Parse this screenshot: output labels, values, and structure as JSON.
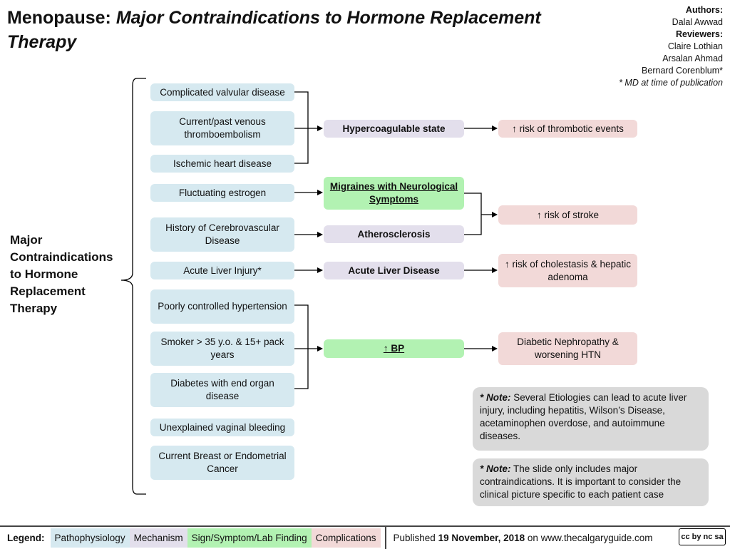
{
  "header": {
    "title_prefix": "Menopause:",
    "title_italic": "Major Contraindications to Hormone Replacement Therapy",
    "authors_label": "Authors:",
    "author_1": "Dalal Awwad",
    "reviewers_label": "Reviewers:",
    "reviewer_1": "Claire Lothian",
    "reviewer_2": "Arsalan Ahmad",
    "reviewer_3": "Bernard Corenblum*",
    "md_note": "* MD at time of publication"
  },
  "major_label": "Major Contraindications to Hormone Replacement Therapy",
  "pathophysiology": [
    "Complicated valvular disease",
    "Current/past venous thromboembolism",
    "Ischemic heart disease",
    "Fluctuating estrogen",
    "History of Cerebrovascular Disease",
    "Acute Liver Injury*",
    "Poorly controlled hypertension",
    "Smoker > 35 y.o. & 15+ pack years",
    "Diabetes with end organ disease",
    "Unexplained vaginal bleeding",
    "Current Breast or Endometrial Cancer"
  ],
  "mechanism": {
    "hypercoagulable": "Hypercoagulable state",
    "atherosclerosis": "Atherosclerosis",
    "acute_liver": "Acute Liver Disease"
  },
  "signs": {
    "migraines": "Migraines with Neurological Symptoms",
    "bp": "↑ BP"
  },
  "complications": {
    "thrombotic": "↑ risk of thrombotic events",
    "stroke": "↑ risk of stroke",
    "cholestasis": "↑ risk of cholestasis & hepatic adenoma",
    "nephropathy": "Diabetic Nephropathy & worsening HTN"
  },
  "notes": {
    "note_label": "* Note:",
    "note_1": "Several Etiologies can lead to acute liver injury, including hepatitis, Wilson’s Disease, acetaminophen overdose, and autoimmune diseases.",
    "note_2": "The slide only includes major contraindications. It is important to consider the clinical picture specific to each patient case"
  },
  "legend": {
    "label": "Legend:",
    "pathophysiology": "Pathophysiology",
    "mechanism": "Mechanism",
    "sign": "Sign/Symptom/Lab Finding",
    "complications": "Complications",
    "published_prefix": "Published",
    "published_date": "19 November, 2018",
    "published_suffix": "on www.thecalgaryguide.com",
    "license": "cc by nc sa"
  },
  "colors": {
    "pathophysiology": "#d6e9f0",
    "mechanism": "#e3dfec",
    "sign": "#b2f2b2",
    "complications": "#f2d9d8",
    "note": "#d9d9d9"
  }
}
